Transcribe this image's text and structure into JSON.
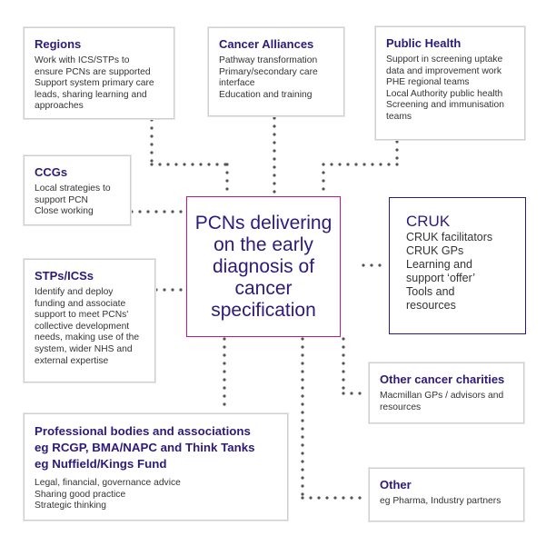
{
  "center": {
    "lines": [
      "PCNs delivering",
      "on the early",
      "diagnosis of",
      "cancer",
      "specification"
    ]
  },
  "regions": {
    "title": "Regions",
    "lines": [
      "Work with ICS/STPs to",
      "ensure PCNs are supported",
      "Support system primary care",
      "leads, sharing learning and",
      "approaches"
    ]
  },
  "cancer_alliances": {
    "title": "Cancer Alliances",
    "lines": [
      "Pathway transformation",
      "Primary/secondary care",
      "interface",
      "Education and training"
    ]
  },
  "public_health": {
    "title": "Public Health",
    "lines": [
      "Support in screening uptake",
      "data and improvement work",
      "PHE regional teams",
      "Local Authority public health",
      "Screening and immunisation",
      "teams"
    ]
  },
  "ccgs": {
    "title": "CCGs",
    "lines": [
      "Local strategies to",
      "support PCN",
      "Close working"
    ]
  },
  "stps_icss": {
    "title": "STPs/ICSs",
    "lines": [
      "Identify and deploy",
      "funding and associate",
      "support to meet PCNs'",
      "collective development",
      "needs, making use of the",
      "system, wider NHS and",
      "external expertise"
    ]
  },
  "cruk": {
    "title": "CRUK",
    "lines": [
      "CRUK facilitators",
      "CRUK GPs",
      "Learning and",
      "support ‘offer’",
      "Tools and",
      "resources"
    ]
  },
  "other_charities": {
    "title": "Other cancer charities",
    "lines": [
      "Macmillan GPs / advisors and",
      "resources"
    ]
  },
  "professional_bodies": {
    "title_lines": [
      "Professional bodies and associations",
      "eg RCGP, BMA/NAPC and Think Tanks",
      "eg Nuffield/Kings Fund"
    ],
    "lines": [
      "Legal, financial, governance advice",
      "Sharing good practice",
      "Strategic thinking"
    ]
  },
  "other": {
    "title": "Other",
    "lines": [
      "eg Pharma, Industry partners"
    ]
  },
  "colors": {
    "title_purple": "#2e1a7a",
    "center_border_magenta": "#c2188b",
    "box_border_grey": "#cfcfcf",
    "connector_grey": "#555555"
  }
}
